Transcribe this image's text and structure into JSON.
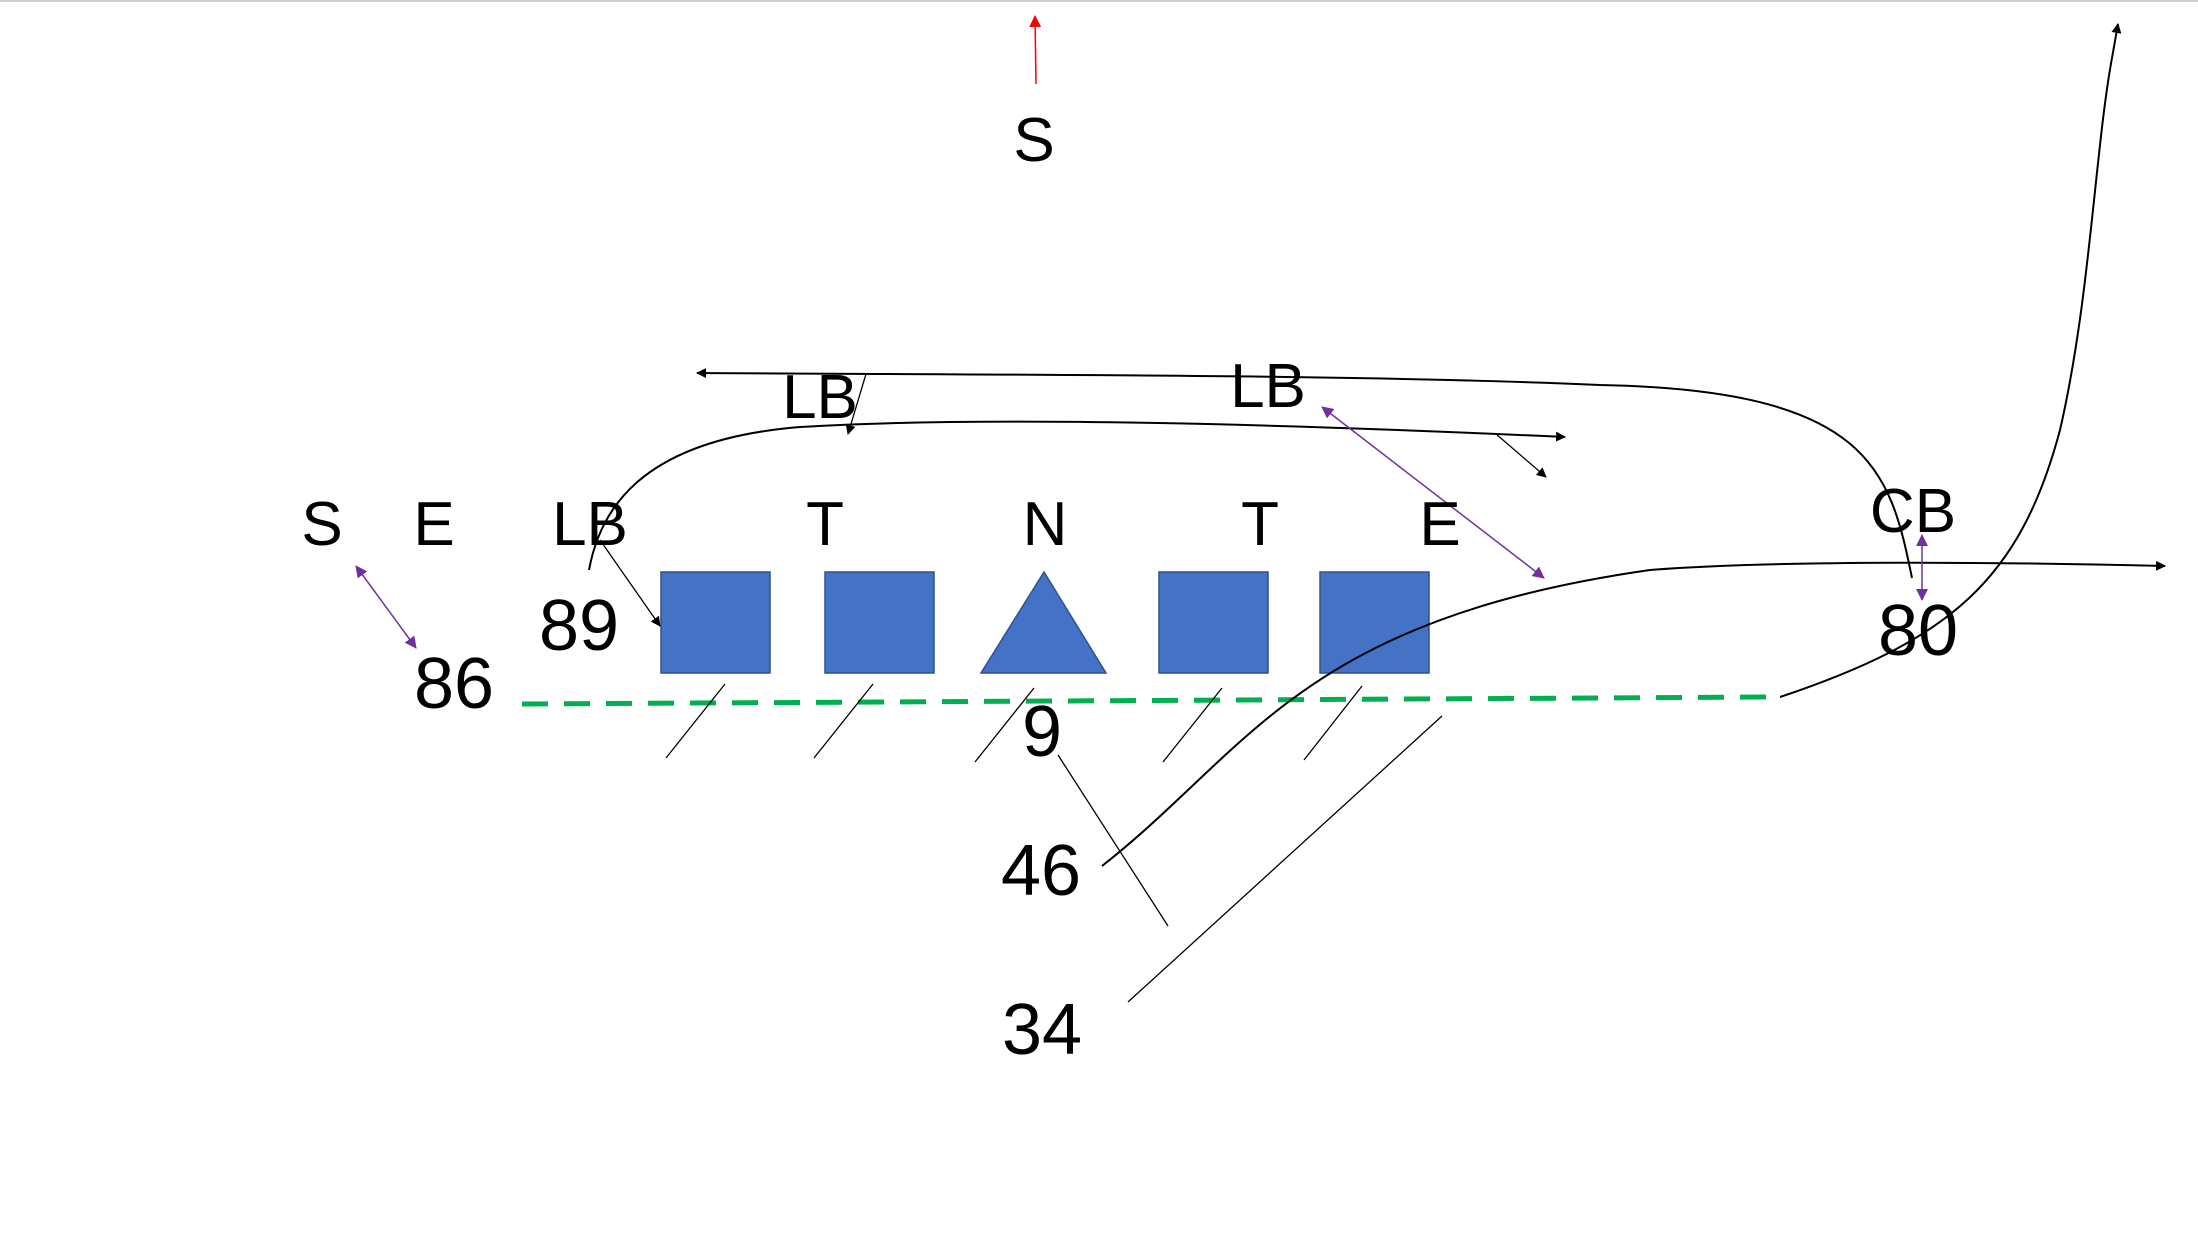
{
  "colors": {
    "lineman_fill": "#4472C4",
    "lineman_stroke": "#2F528F",
    "route": "#000000",
    "read_arrow": "#7030A0",
    "deep_arrow": "#FF0000",
    "line_of_scrimmage": "#00B050"
  },
  "defense": {
    "safety_deep": "S",
    "left_inside_lb": "LB",
    "right_inside_lb": "LB",
    "safety_left": "S",
    "end_left": "E",
    "outside_lb_left": "LB",
    "tackle_left": "T",
    "nose": "N",
    "tackle_right": "T",
    "end_right": "E",
    "corner_right": "CB"
  },
  "offense": {
    "split_end": "86",
    "tight_end": "89",
    "flanker": "80",
    "quarterback": "9",
    "halfback": "46",
    "fullback": "34"
  },
  "offensive_line": [
    "square",
    "square",
    "triangle",
    "square",
    "square"
  ]
}
